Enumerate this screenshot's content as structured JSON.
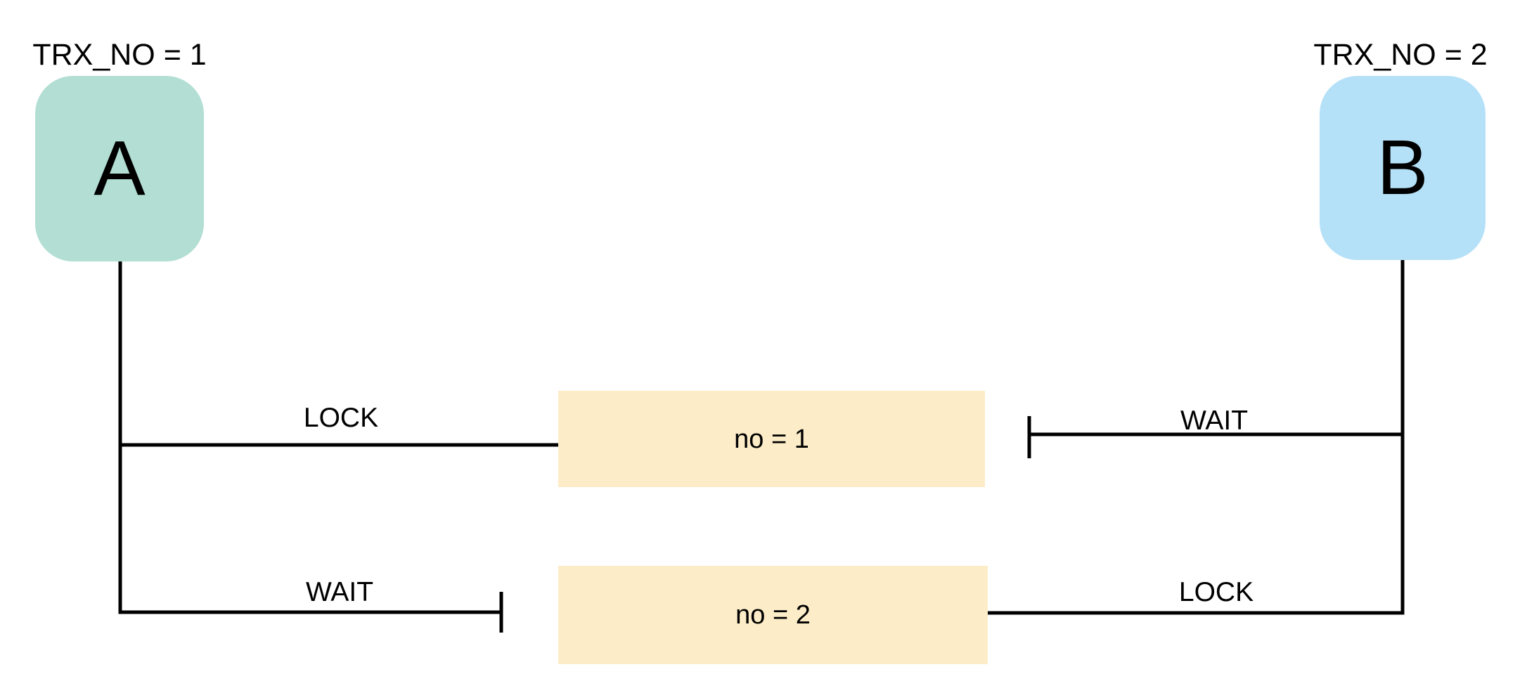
{
  "diagram": {
    "background": "#ffffff",
    "line_color": "#000000",
    "text_color": "#000000",
    "transactions": [
      {
        "letter": "A",
        "trx_label": "TRX_NO = 1",
        "fill": "#b2ded3"
      },
      {
        "letter": "B",
        "trx_label": "TRX_NO = 2",
        "fill": "#b5e1f8"
      }
    ],
    "rows": [
      {
        "label": "no = 1",
        "fill": "#fcecc7"
      },
      {
        "label": "no = 2",
        "fill": "#fcecc7"
      }
    ],
    "edges": [
      {
        "from": "A",
        "to": "no = 1",
        "type": "LOCK",
        "blocked": false
      },
      {
        "from": "B",
        "to": "no = 1",
        "type": "WAIT",
        "blocked": true
      },
      {
        "from": "A",
        "to": "no = 2",
        "type": "WAIT",
        "blocked": true
      },
      {
        "from": "B",
        "to": "no = 2",
        "type": "LOCK",
        "blocked": false
      }
    ]
  }
}
